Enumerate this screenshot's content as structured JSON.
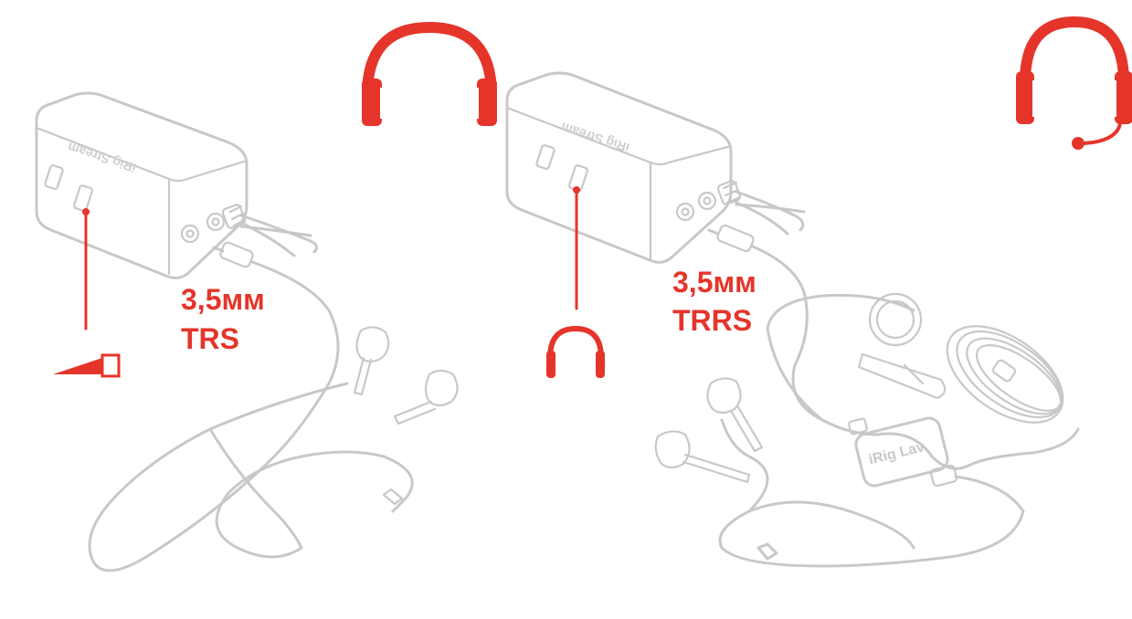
{
  "colors": {
    "accent": "#e5352b",
    "line_art": "#c8c8c8"
  },
  "left_setup": {
    "device_brand": "iRig",
    "device_model": "Stream",
    "device_logo": "iRig Stream",
    "connector_size": "3,5мм",
    "connector_type": "TRS",
    "headphones_icon": "headphones-icon",
    "output_level_icon": "volume-ramp-icon"
  },
  "right_setup": {
    "device_brand": "iRig",
    "device_model": "Stream",
    "device_logo": "iRig Stream",
    "connector_size": "3,5мм",
    "connector_type": "TRRS",
    "headphones_icon": "headphones-icon",
    "headset_icon": "headset-with-mic-icon",
    "lav_mic_logo": "iRig Lav"
  }
}
